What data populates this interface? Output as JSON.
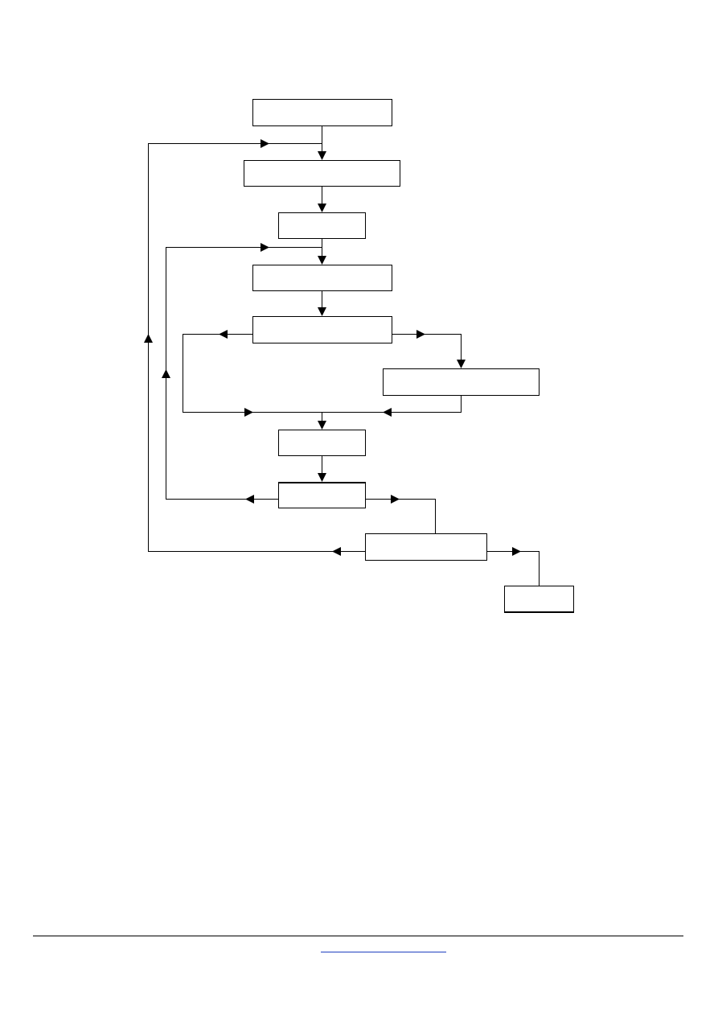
{
  "diagram": {
    "type": "flowchart",
    "nodes": [
      {
        "id": "n1",
        "label": ""
      },
      {
        "id": "n2",
        "label": ""
      },
      {
        "id": "n3",
        "label": ""
      },
      {
        "id": "n4",
        "label": ""
      },
      {
        "id": "n5",
        "label": ""
      },
      {
        "id": "n6",
        "label": ""
      },
      {
        "id": "n7",
        "label": ""
      },
      {
        "id": "n8",
        "label": ""
      },
      {
        "id": "n9",
        "label": ""
      },
      {
        "id": "n10",
        "label": ""
      }
    ],
    "edges": [
      {
        "from": "n1",
        "to": "n2"
      },
      {
        "from": "n2",
        "to": "n3"
      },
      {
        "from": "n3",
        "to": "n4"
      },
      {
        "from": "n4",
        "to": "n5"
      },
      {
        "from": "n5",
        "to": "n6"
      },
      {
        "from": "n5",
        "to": "n7"
      },
      {
        "from": "n6",
        "to": "n7"
      },
      {
        "from": "n7",
        "to": "n8"
      },
      {
        "from": "n8",
        "to": "n4"
      },
      {
        "from": "n8",
        "to": "n9"
      },
      {
        "from": "n9",
        "to": "n2"
      },
      {
        "from": "n9",
        "to": "n10"
      }
    ],
    "colors": {
      "stroke": "#000000",
      "fill": "#ffffff",
      "footer_link": "#1f3fbf"
    }
  }
}
